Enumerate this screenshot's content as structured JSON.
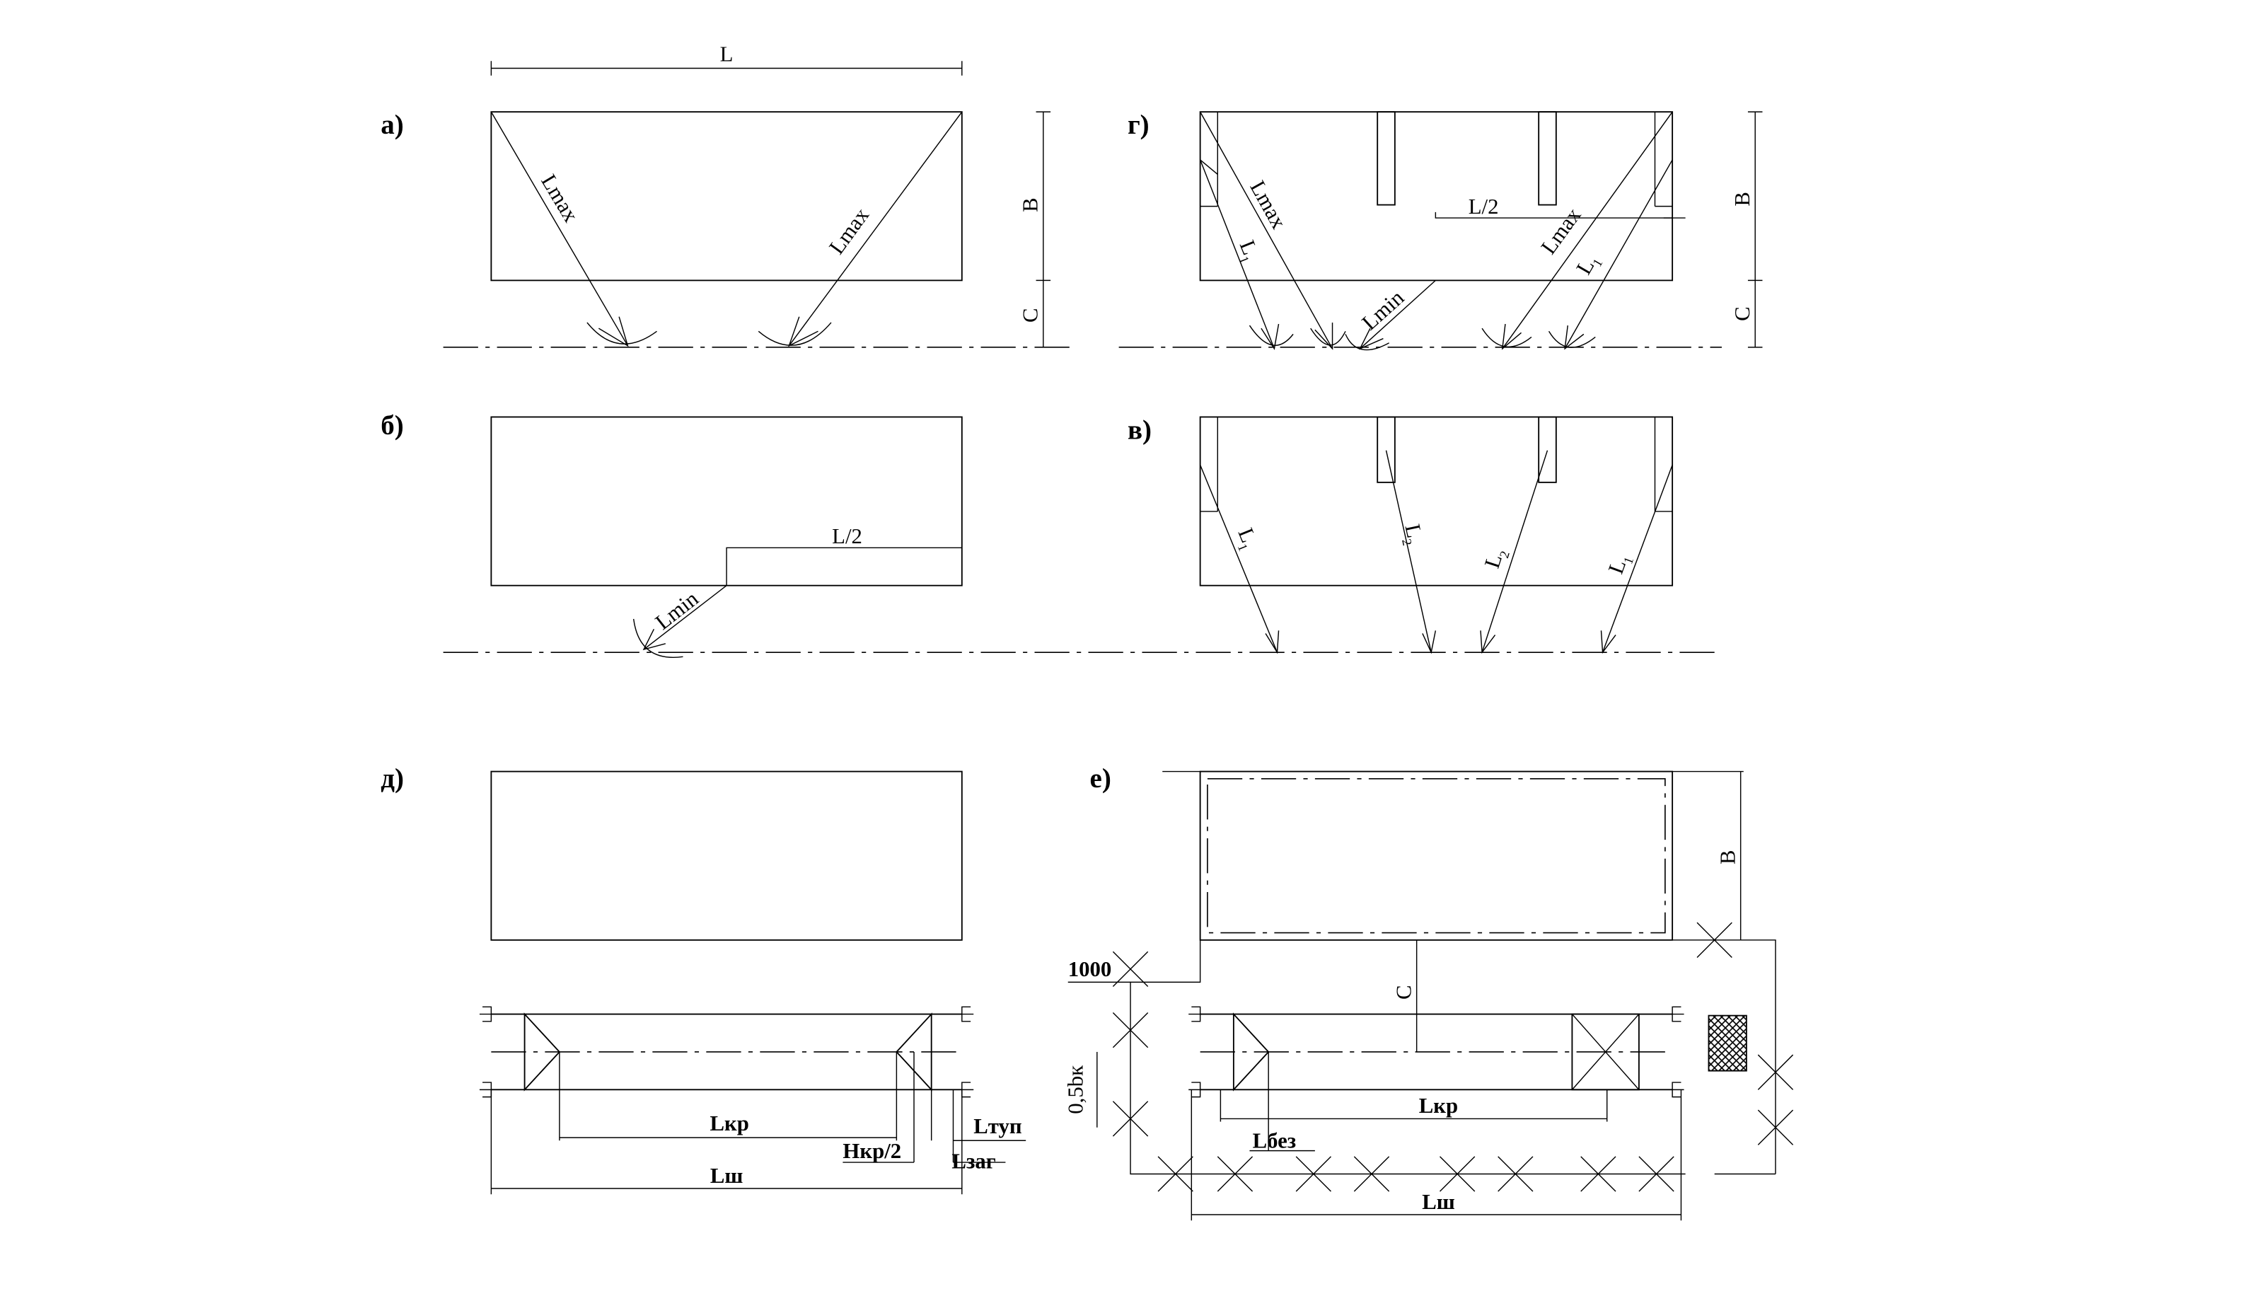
{
  "panels": {
    "a": "а)",
    "b": "б)",
    "v": "в)",
    "g": "г)",
    "d": "д)",
    "e": "е)"
  },
  "labels": {
    "L": "L",
    "Lmax": "Lmax",
    "Lmin": "Lmin",
    "L_half": "L/2",
    "L1": "L",
    "L1_sub": "1",
    "L2": "L",
    "L2_sub": "2",
    "B": "B",
    "C": "C",
    "Lkr": "Lкр",
    "Lsh": "Lш",
    "Ltup": "Lтуп",
    "Hkr2": "Hкр/2",
    "Lzag": "Lзаг",
    "Lbez": "Lбез",
    "d1000": "1000",
    "d05bk": "0,5bк"
  },
  "colors": {
    "ink": "#000000",
    "paper": "#ffffff",
    "hatch": "#000000"
  }
}
